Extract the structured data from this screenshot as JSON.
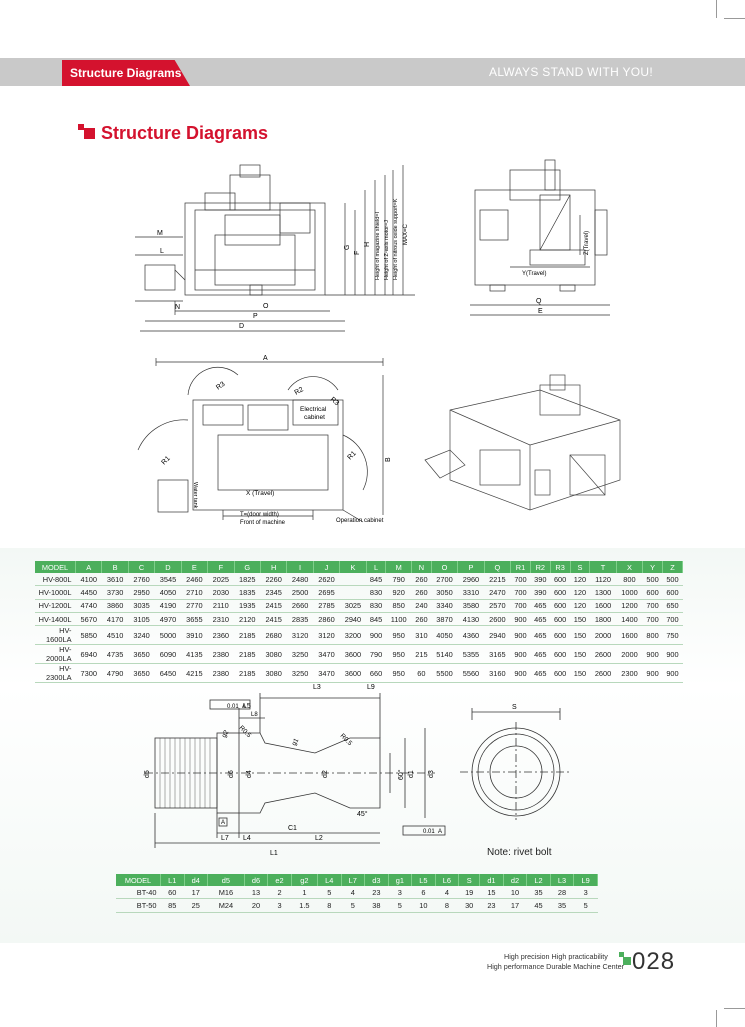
{
  "header": {
    "tab_label": "Structure Diagrams",
    "slogan": "ALWAYS STAND WITH YOU!"
  },
  "section_title": "Structure Diagrams",
  "colors": {
    "accent_red": "#d4122e",
    "accent_green": "#4caf5c",
    "header_gray": "#c9c9c9"
  },
  "front_view": {
    "labels": {
      "M": "M",
      "L": "L",
      "N": "N",
      "O": "O",
      "P": "P",
      "D": "D",
      "G": "G",
      "H": "H",
      "F": "F"
    },
    "vertical_notes": [
      "Height of magazine shield=I",
      "Height of Z-axis motor=J",
      "Height of nitrous oxide support=K",
      "MAX=C"
    ]
  },
  "side_view": {
    "labels": {
      "Q": "Q",
      "E": "E",
      "ytravel": "Y(Travel)",
      "ztravel": "Z(Travel)"
    }
  },
  "top_view": {
    "labels": {
      "A": "A",
      "B": "B",
      "R1": "R1",
      "R1b": "R1",
      "R2": "R2",
      "R3": "R3",
      "R3b": "R3",
      "electrical": "Electrical",
      "cabinet": "cabinet",
      "water_tank": "Water tank",
      "xtravel": "X (Travel)",
      "door": "T=(door width)",
      "front": "Front of machine",
      "operation": "Operation cabinet"
    }
  },
  "spec_table": {
    "headers": [
      "MODEL",
      "A",
      "B",
      "C",
      "D",
      "E",
      "F",
      "G",
      "H",
      "I",
      "J",
      "K",
      "L",
      "M",
      "N",
      "O",
      "P",
      "Q",
      "R1",
      "R2",
      "R3",
      "S",
      "T",
      "X",
      "Y",
      "Z"
    ],
    "rows": [
      [
        "HV-800L",
        "4100",
        "3610",
        "2760",
        "3545",
        "2460",
        "2025",
        "1825",
        "2260",
        "2480",
        "2620",
        "",
        "845",
        "790",
        "260",
        "2700",
        "2960",
        "2215",
        "700",
        "390",
        "600",
        "120",
        "1120",
        "800",
        "500",
        "500"
      ],
      [
        "HV-1000L",
        "4450",
        "3730",
        "2950",
        "4050",
        "2710",
        "2030",
        "1835",
        "2345",
        "2500",
        "2695",
        "",
        "830",
        "920",
        "260",
        "3050",
        "3310",
        "2470",
        "700",
        "390",
        "600",
        "120",
        "1300",
        "1000",
        "600",
        "600"
      ],
      [
        "HV-1200L",
        "4740",
        "3860",
        "3035",
        "4190",
        "2770",
        "2110",
        "1935",
        "2415",
        "2660",
        "2785",
        "3025",
        "830",
        "850",
        "240",
        "3340",
        "3580",
        "2570",
        "700",
        "465",
        "600",
        "120",
        "1600",
        "1200",
        "700",
        "650"
      ],
      [
        "HV-1400L",
        "5670",
        "4170",
        "3105",
        "4970",
        "3655",
        "2310",
        "2120",
        "2415",
        "2835",
        "2860",
        "2940",
        "845",
        "1100",
        "260",
        "3870",
        "4130",
        "2600",
        "900",
        "465",
        "600",
        "150",
        "1800",
        "1400",
        "700",
        "700"
      ],
      [
        "HV-1600LA",
        "5850",
        "4510",
        "3240",
        "5000",
        "3910",
        "2360",
        "2185",
        "2680",
        "3120",
        "3120",
        "3200",
        "900",
        "950",
        "310",
        "4050",
        "4360",
        "2940",
        "900",
        "465",
        "600",
        "150",
        "2000",
        "1600",
        "800",
        "750"
      ],
      [
        "HV-2000LA",
        "6940",
        "4735",
        "3650",
        "6090",
        "4135",
        "2380",
        "2185",
        "3080",
        "3250",
        "3470",
        "3600",
        "790",
        "950",
        "215",
        "5140",
        "5355",
        "3165",
        "900",
        "465",
        "600",
        "150",
        "2600",
        "2000",
        "900",
        "900"
      ],
      [
        "HV-2300LA",
        "7300",
        "4790",
        "3650",
        "6450",
        "4215",
        "2380",
        "2185",
        "3080",
        "3250",
        "3470",
        "3600",
        "660",
        "950",
        "60",
        "5500",
        "5560",
        "3160",
        "900",
        "465",
        "600",
        "150",
        "2600",
        "2300",
        "900",
        "900"
      ]
    ]
  },
  "rivet": {
    "labels": {
      "L3": "L3",
      "L9": "L9",
      "L5": "L5",
      "L8": "L8",
      "L7": "L7",
      "L4": "L4",
      "L2": "L2",
      "L1": "L1",
      "S": "S",
      "g2": "g2",
      "g1": "g1",
      "R05a": "R0.5",
      "R05b": "R0.5",
      "d5": "d5",
      "d6": "d6",
      "d4": "d4",
      "d2": "d2",
      "d1": "d1",
      "d3": "d3",
      "ang60": "60°",
      "ang45": "45°",
      "C1": "C1",
      "A": "A",
      "tol": "0.01",
      "tolA": "A"
    },
    "note": "Note: rivet bolt"
  },
  "rivet_table": {
    "headers": [
      "MODEL",
      "L1",
      "d4",
      "d5",
      "d6",
      "e2",
      "g2",
      "L4",
      "L7",
      "d3",
      "g1",
      "L5",
      "L6",
      "S",
      "d1",
      "d2",
      "L2",
      "L3",
      "L9"
    ],
    "rows": [
      [
        "BT-40",
        "60",
        "17",
        "M16",
        "13",
        "2",
        "1",
        "5",
        "4",
        "23",
        "3",
        "6",
        "4",
        "19",
        "15",
        "10",
        "35",
        "28",
        "3"
      ],
      [
        "BT-50",
        "85",
        "25",
        "M24",
        "20",
        "3",
        "1.5",
        "8",
        "5",
        "38",
        "5",
        "10",
        "8",
        "30",
        "23",
        "17",
        "45",
        "35",
        "5"
      ]
    ]
  },
  "footer": {
    "line1": "High precision High practicability",
    "line2": "High performance Durable Machine Center",
    "page_number": "028"
  }
}
